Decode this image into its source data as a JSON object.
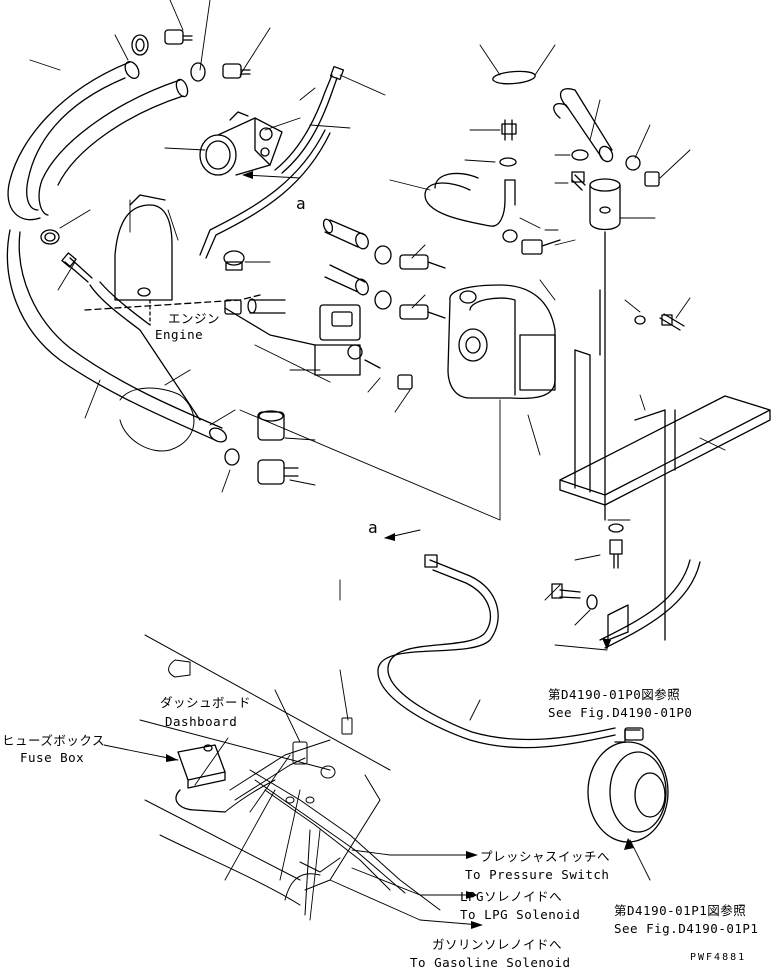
{
  "labels": {
    "engine_jp": "エンジン",
    "engine_en": "Engine",
    "marker_a_top": "a",
    "marker_a_mid": "a",
    "dashboard_jp": "ダッシュボード",
    "dashboard_en": "Dashboard",
    "fusebox_jp": "ヒューズボックス",
    "fusebox_en": "Fuse Box",
    "ref1_jp": "第D4190-01P0図参照",
    "ref1_en": "See Fig.D4190-01P0",
    "pressure_jp": "プレッシャスイッチへ",
    "pressure_en": "To Pressure Switch",
    "lpg_jp": "LPGソレノイドへ",
    "lpg_en": "To LPG Solenoid",
    "ref2_jp": "第D4190-01P1図参照",
    "ref2_en": "See Fig.D4190-01P1",
    "gasoline_jp": "ガソリンソレノイドへ",
    "gasoline_en": "To Gasoline Solenoid",
    "figure_code": "PWF4881"
  }
}
